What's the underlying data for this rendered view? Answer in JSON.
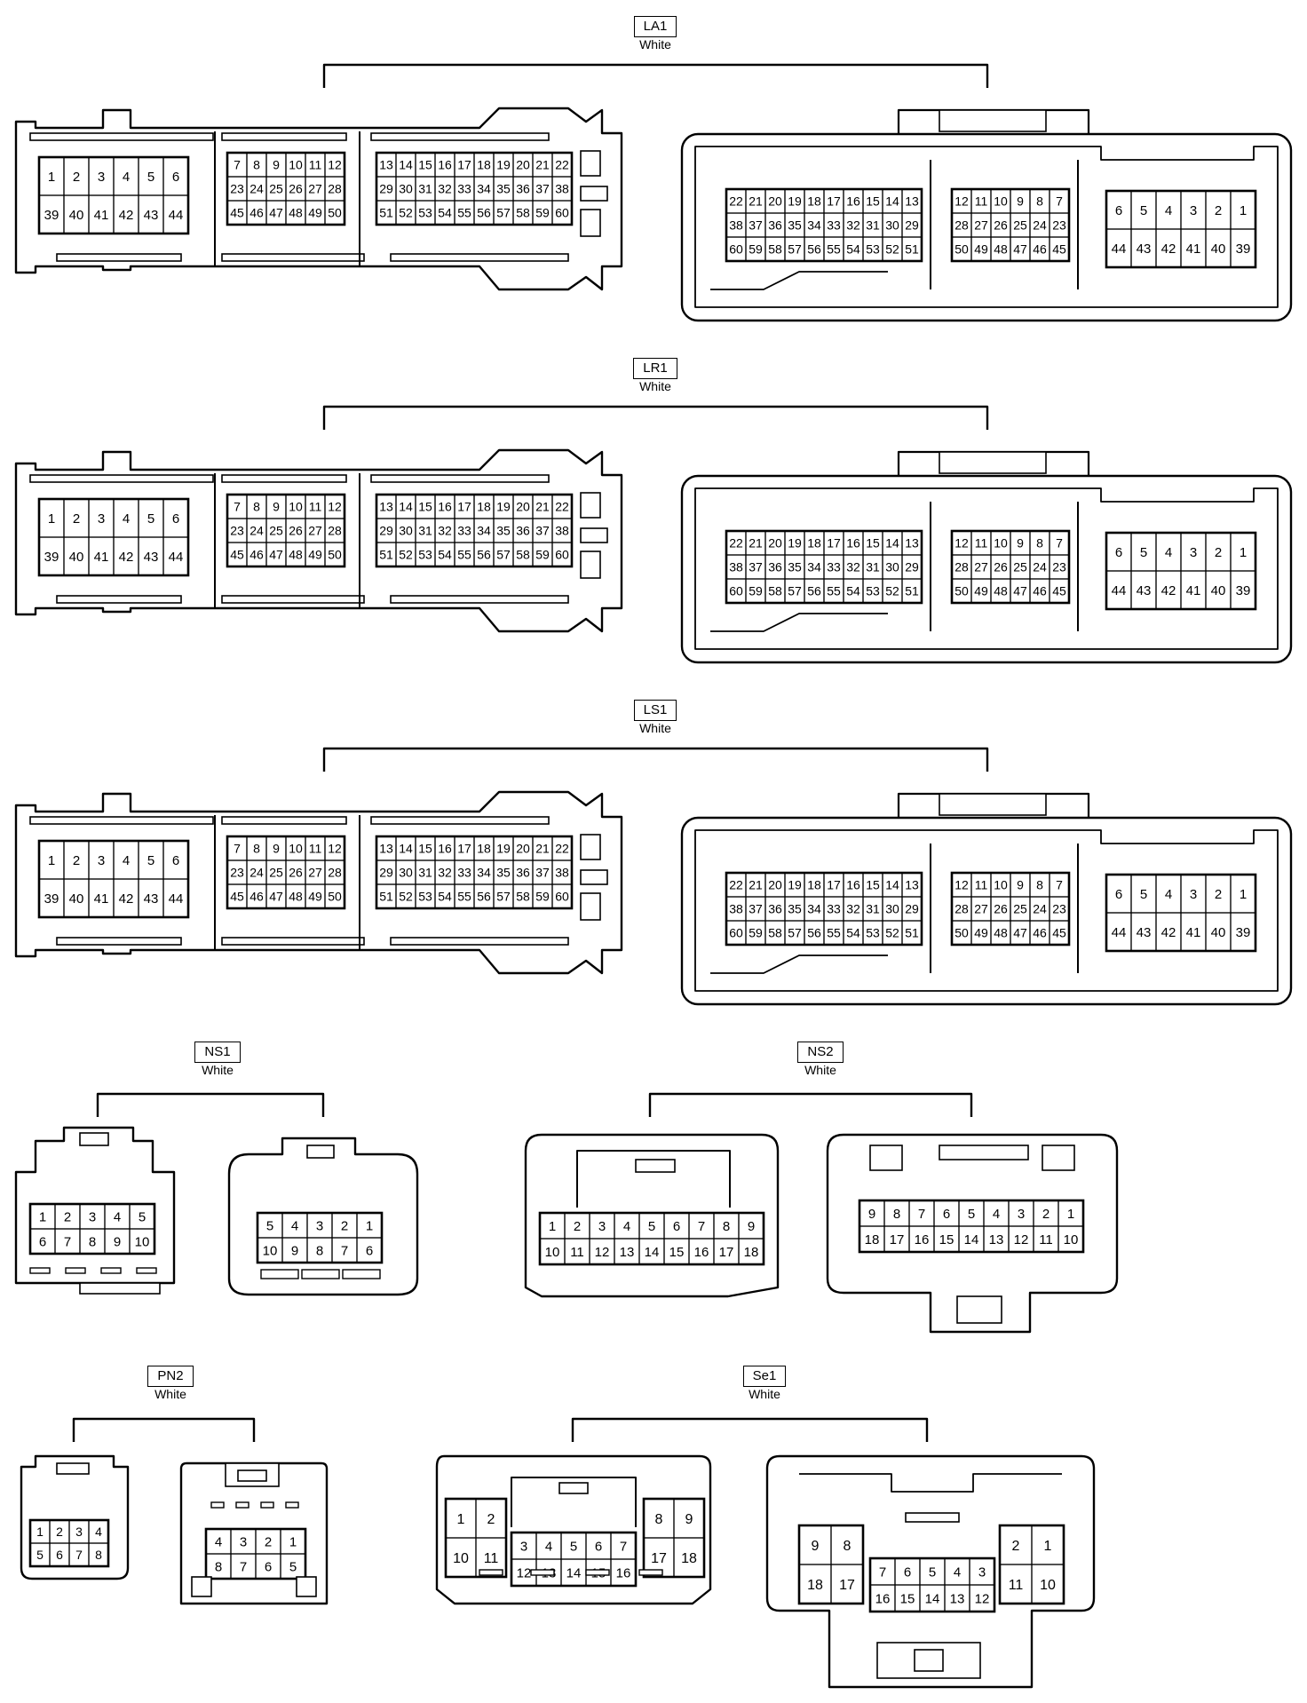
{
  "connectors": [
    {
      "id": "la1",
      "code": "LA1",
      "color": "White",
      "left_view": {
        "left_block": [
          [
            "1",
            "2",
            "3",
            "4",
            "5",
            "6"
          ],
          [
            "39",
            "40",
            "41",
            "42",
            "43",
            "44"
          ]
        ],
        "middle_block": [
          [
            "7",
            "8",
            "9",
            "10",
            "11",
            "12"
          ],
          [
            "23",
            "24",
            "25",
            "26",
            "27",
            "28"
          ],
          [
            "45",
            "46",
            "47",
            "48",
            "49",
            "50"
          ]
        ],
        "right_block": [
          [
            "13",
            "14",
            "15",
            "16",
            "17",
            "18",
            "19",
            "20",
            "21",
            "22"
          ],
          [
            "29",
            "30",
            "31",
            "32",
            "33",
            "34",
            "35",
            "36",
            "37",
            "38"
          ],
          [
            "51",
            "52",
            "53",
            "54",
            "55",
            "56",
            "57",
            "58",
            "59",
            "60"
          ]
        ]
      },
      "right_view": {
        "left_block": [
          [
            "22",
            "21",
            "20",
            "19",
            "18",
            "17",
            "16",
            "15",
            "14",
            "13"
          ],
          [
            "38",
            "37",
            "36",
            "35",
            "34",
            "33",
            "32",
            "31",
            "30",
            "29"
          ],
          [
            "60",
            "59",
            "58",
            "57",
            "56",
            "55",
            "54",
            "53",
            "52",
            "51"
          ]
        ],
        "middle_block": [
          [
            "12",
            "11",
            "10",
            "9",
            "8",
            "7"
          ],
          [
            "28",
            "27",
            "26",
            "25",
            "24",
            "23"
          ],
          [
            "50",
            "49",
            "48",
            "47",
            "46",
            "45"
          ]
        ],
        "right_block": [
          [
            "6",
            "5",
            "4",
            "3",
            "2",
            "1"
          ],
          [
            "44",
            "43",
            "42",
            "41",
            "40",
            "39"
          ]
        ]
      }
    },
    {
      "id": "lr1",
      "code": "LR1",
      "color": "White",
      "left_view": {
        "left_block": [
          [
            "1",
            "2",
            "3",
            "4",
            "5",
            "6"
          ],
          [
            "39",
            "40",
            "41",
            "42",
            "43",
            "44"
          ]
        ],
        "middle_block": [
          [
            "7",
            "8",
            "9",
            "10",
            "11",
            "12"
          ],
          [
            "23",
            "24",
            "25",
            "26",
            "27",
            "28"
          ],
          [
            "45",
            "46",
            "47",
            "48",
            "49",
            "50"
          ]
        ],
        "right_block": [
          [
            "13",
            "14",
            "15",
            "16",
            "17",
            "18",
            "19",
            "20",
            "21",
            "22"
          ],
          [
            "29",
            "30",
            "31",
            "32",
            "33",
            "34",
            "35",
            "36",
            "37",
            "38"
          ],
          [
            "51",
            "52",
            "53",
            "54",
            "55",
            "56",
            "57",
            "58",
            "59",
            "60"
          ]
        ]
      },
      "right_view": {
        "left_block": [
          [
            "22",
            "21",
            "20",
            "19",
            "18",
            "17",
            "16",
            "15",
            "14",
            "13"
          ],
          [
            "38",
            "37",
            "36",
            "35",
            "34",
            "33",
            "32",
            "31",
            "30",
            "29"
          ],
          [
            "60",
            "59",
            "58",
            "57",
            "56",
            "55",
            "54",
            "53",
            "52",
            "51"
          ]
        ],
        "middle_block": [
          [
            "12",
            "11",
            "10",
            "9",
            "8",
            "7"
          ],
          [
            "28",
            "27",
            "26",
            "25",
            "24",
            "23"
          ],
          [
            "50",
            "49",
            "48",
            "47",
            "46",
            "45"
          ]
        ],
        "right_block": [
          [
            "6",
            "5",
            "4",
            "3",
            "2",
            "1"
          ],
          [
            "44",
            "43",
            "42",
            "41",
            "40",
            "39"
          ]
        ]
      }
    },
    {
      "id": "ls1",
      "code": "LS1",
      "color": "White",
      "left_view": {
        "left_block": [
          [
            "1",
            "2",
            "3",
            "4",
            "5",
            "6"
          ],
          [
            "39",
            "40",
            "41",
            "42",
            "43",
            "44"
          ]
        ],
        "middle_block": [
          [
            "7",
            "8",
            "9",
            "10",
            "11",
            "12"
          ],
          [
            "23",
            "24",
            "25",
            "26",
            "27",
            "28"
          ],
          [
            "45",
            "46",
            "47",
            "48",
            "49",
            "50"
          ]
        ],
        "right_block": [
          [
            "13",
            "14",
            "15",
            "16",
            "17",
            "18",
            "19",
            "20",
            "21",
            "22"
          ],
          [
            "29",
            "30",
            "31",
            "32",
            "33",
            "34",
            "35",
            "36",
            "37",
            "38"
          ],
          [
            "51",
            "52",
            "53",
            "54",
            "55",
            "56",
            "57",
            "58",
            "59",
            "60"
          ]
        ]
      },
      "right_view": {
        "left_block": [
          [
            "22",
            "21",
            "20",
            "19",
            "18",
            "17",
            "16",
            "15",
            "14",
            "13"
          ],
          [
            "38",
            "37",
            "36",
            "35",
            "34",
            "33",
            "32",
            "31",
            "30",
            "29"
          ],
          [
            "60",
            "59",
            "58",
            "57",
            "56",
            "55",
            "54",
            "53",
            "52",
            "51"
          ]
        ],
        "middle_block": [
          [
            "12",
            "11",
            "10",
            "9",
            "8",
            "7"
          ],
          [
            "28",
            "27",
            "26",
            "25",
            "24",
            "23"
          ],
          [
            "50",
            "49",
            "48",
            "47",
            "46",
            "45"
          ]
        ],
        "right_block": [
          [
            "6",
            "5",
            "4",
            "3",
            "2",
            "1"
          ],
          [
            "44",
            "43",
            "42",
            "41",
            "40",
            "39"
          ]
        ]
      }
    },
    {
      "id": "ns1",
      "code": "NS1",
      "color": "White",
      "left_view": [
        [
          "1",
          "2",
          "3",
          "4",
          "5"
        ],
        [
          "6",
          "7",
          "8",
          "9",
          "10"
        ]
      ],
      "right_view": [
        [
          "5",
          "4",
          "3",
          "2",
          "1"
        ],
        [
          "10",
          "9",
          "8",
          "7",
          "6"
        ]
      ]
    },
    {
      "id": "ns2",
      "code": "NS2",
      "color": "White",
      "left_view": [
        [
          "1",
          "2",
          "3",
          "4",
          "5",
          "6",
          "7",
          "8",
          "9"
        ],
        [
          "10",
          "11",
          "12",
          "13",
          "14",
          "15",
          "16",
          "17",
          "18"
        ]
      ],
      "right_view": [
        [
          "9",
          "8",
          "7",
          "6",
          "5",
          "4",
          "3",
          "2",
          "1"
        ],
        [
          "18",
          "17",
          "16",
          "15",
          "14",
          "13",
          "12",
          "11",
          "10"
        ]
      ]
    },
    {
      "id": "pn2",
      "code": "PN2",
      "color": "White",
      "left_view": [
        [
          "1",
          "2",
          "3",
          "4"
        ],
        [
          "5",
          "6",
          "7",
          "8"
        ]
      ],
      "right_view": [
        [
          "4",
          "3",
          "2",
          "1"
        ],
        [
          "8",
          "7",
          "6",
          "5"
        ]
      ]
    },
    {
      "id": "se1",
      "code": "Se1",
      "color": "White",
      "left_view": {
        "left_block": [
          [
            "1",
            "2"
          ],
          [
            "10",
            "11"
          ]
        ],
        "middle_block": [
          [
            "3",
            "4",
            "5",
            "6",
            "7"
          ],
          [
            "12",
            "13",
            "14",
            "15",
            "16"
          ]
        ],
        "right_block": [
          [
            "8",
            "9"
          ],
          [
            "17",
            "18"
          ]
        ]
      },
      "right_view": {
        "left_block": [
          [
            "9",
            "8"
          ],
          [
            "18",
            "17"
          ]
        ],
        "middle_block": [
          [
            "7",
            "6",
            "5",
            "4",
            "3"
          ],
          [
            "16",
            "15",
            "14",
            "13",
            "12"
          ]
        ],
        "right_block": [
          [
            "2",
            "1"
          ],
          [
            "11",
            "10"
          ]
        ]
      }
    }
  ]
}
